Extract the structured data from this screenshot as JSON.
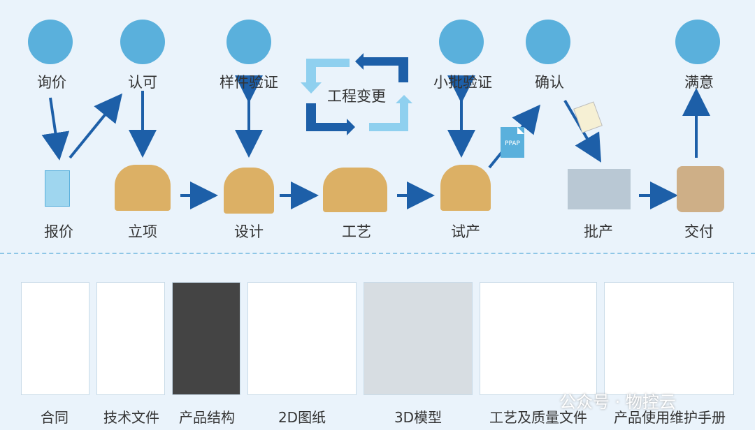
{
  "top_row": [
    {
      "label": "询价"
    },
    {
      "label": "认可"
    },
    {
      "label": "样件验证"
    },
    {
      "label": "小批验证"
    },
    {
      "label": "确认"
    },
    {
      "label": "满意"
    }
  ],
  "center": {
    "label": "工程变更"
  },
  "mid_row": [
    {
      "label": "报价"
    },
    {
      "label": "立项"
    },
    {
      "label": "设计"
    },
    {
      "label": "工艺"
    },
    {
      "label": "试产"
    },
    {
      "label": "批产"
    },
    {
      "label": "交付"
    }
  ],
  "docs": [
    {
      "label": "合同"
    },
    {
      "label": "技术文件"
    },
    {
      "label": "产品结构"
    },
    {
      "label": "2D图纸"
    },
    {
      "label": "3D模型"
    },
    {
      "label": "工艺及质量文件"
    },
    {
      "label": "产品使用维护手册"
    }
  ],
  "ppap_label": "PPAP",
  "watermark": "公众号 · 物控云",
  "colors": {
    "arrow": "#1d5fa8",
    "avatar_bg": "#5ab0dc",
    "loop_dark": "#1d5fa8",
    "loop_light": "#8fd0ef"
  }
}
